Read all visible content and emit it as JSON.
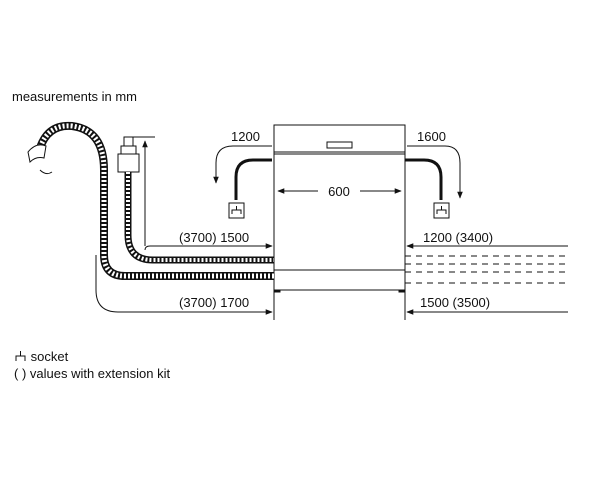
{
  "title": "measurements in mm",
  "dimensions": {
    "width": "600",
    "top_left": "1200",
    "top_right": "1600",
    "left_upper": "(3700) 1500",
    "left_lower": "(3700) 1700",
    "right_upper": "1200 (3400)",
    "right_lower": "1500 (3500)"
  },
  "legend": {
    "socket_label": "socket",
    "extension_label": "( ) values with extension kit"
  },
  "icons": {
    "socket": "socket-icon",
    "drain_hose": "drain-hose-icon",
    "valve": "aquastop-valve-icon"
  },
  "colors": {
    "line": "#111111",
    "hose_fill": "#ffffff",
    "background": "#ffffff"
  }
}
